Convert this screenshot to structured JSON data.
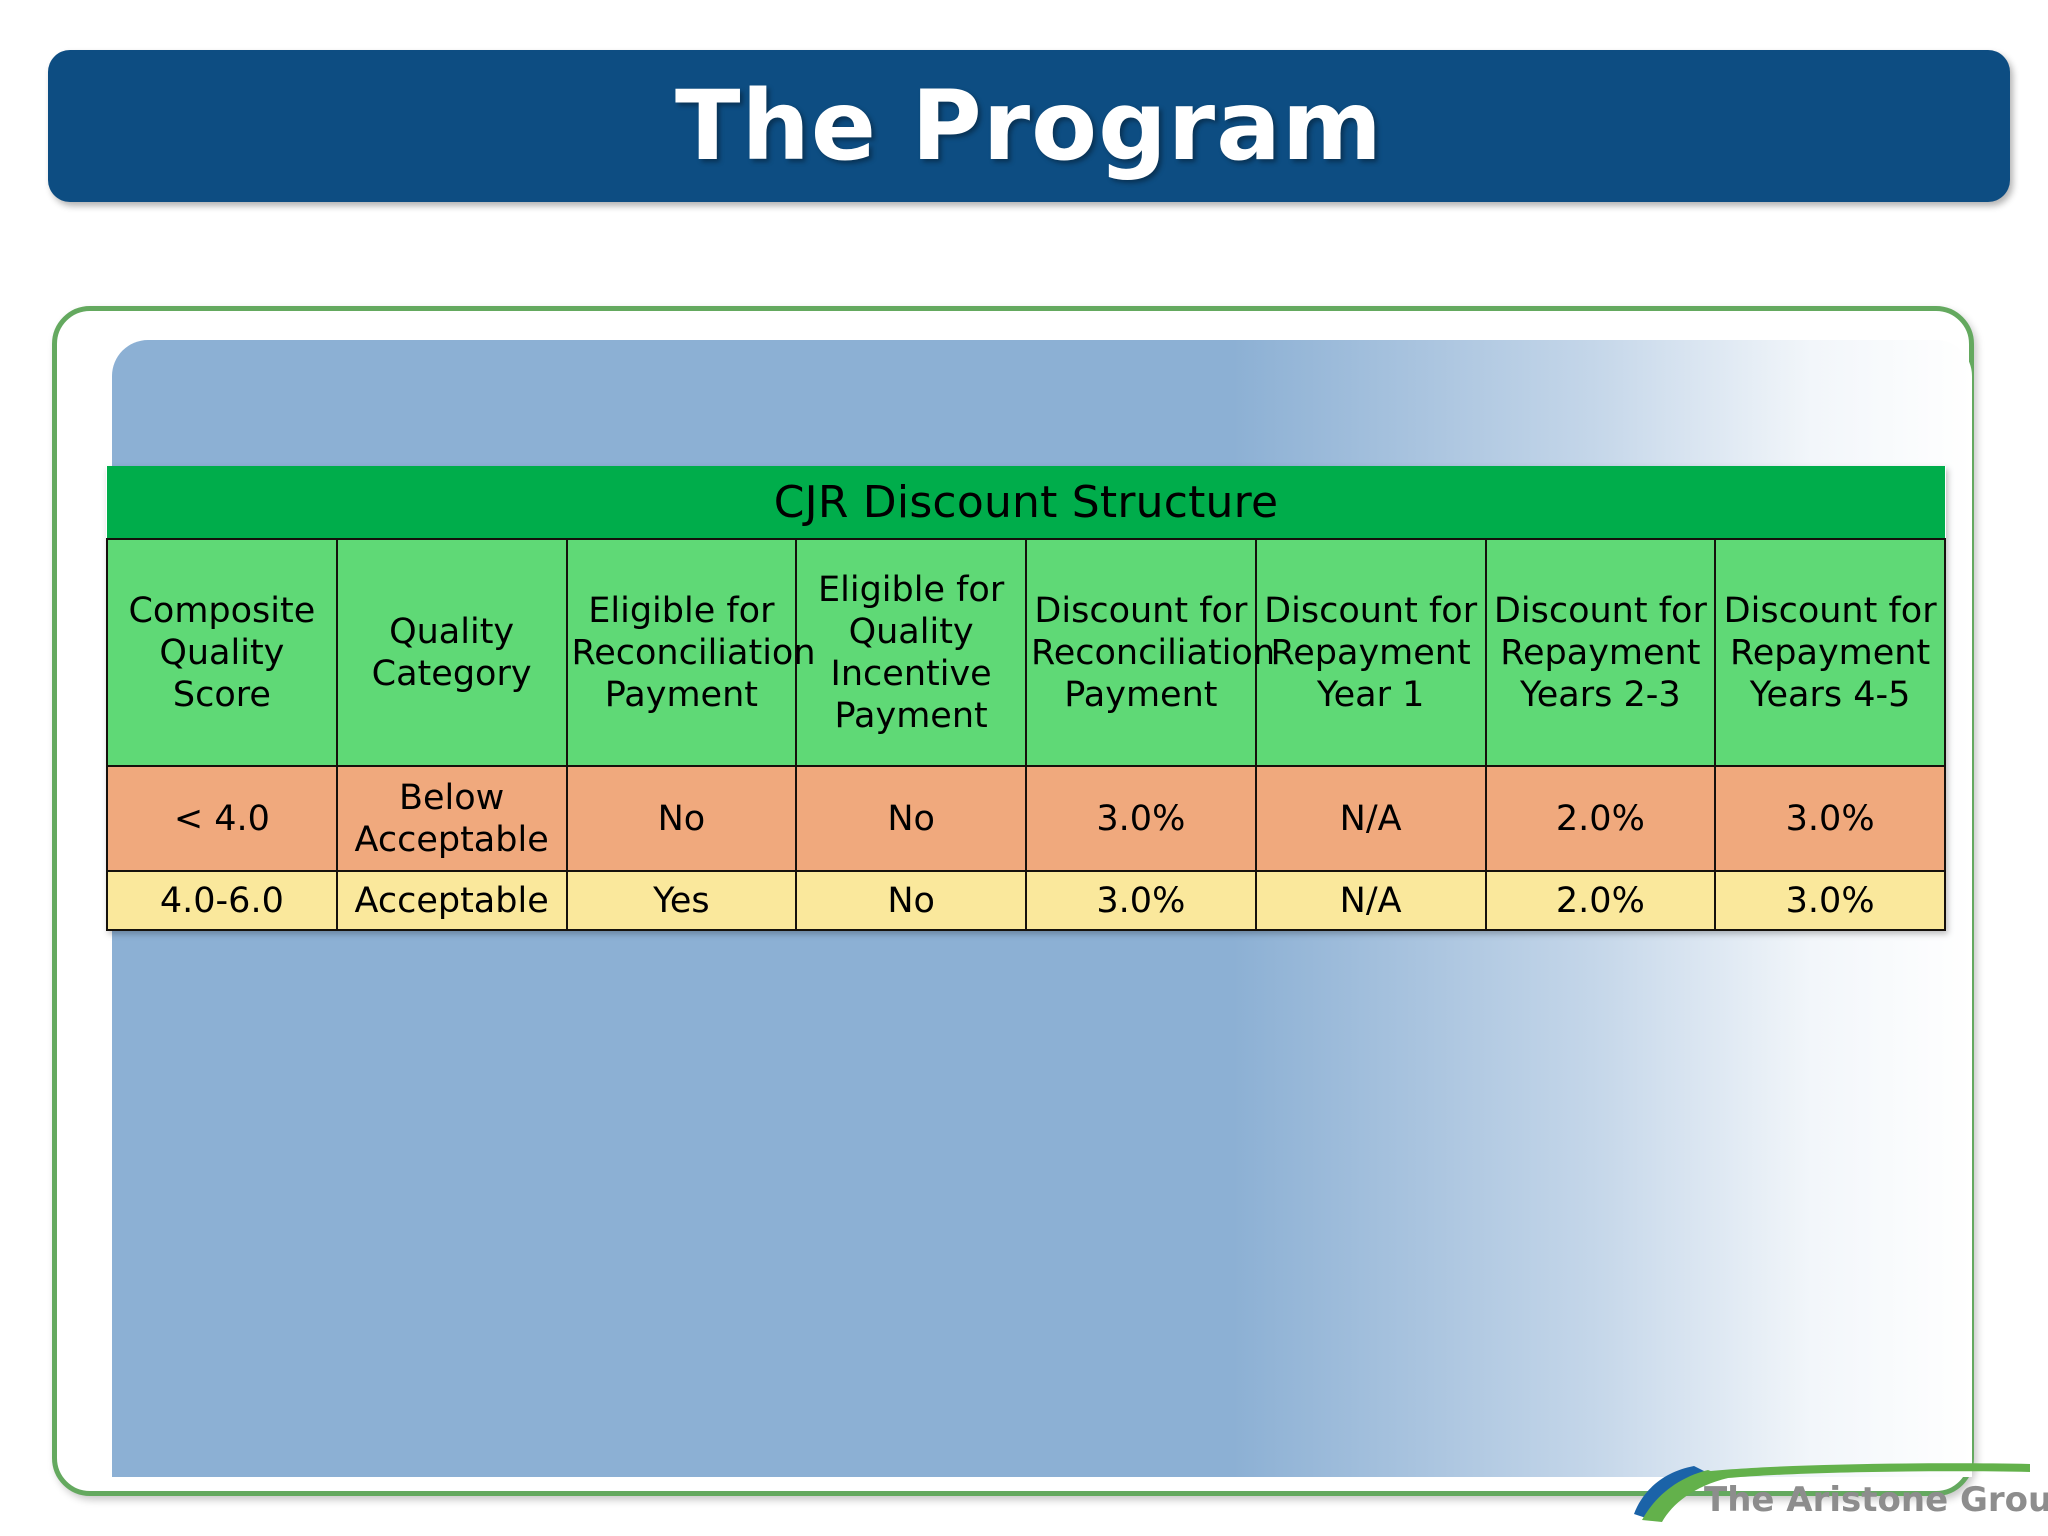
{
  "slide": {
    "title": "The Program",
    "accent_blue": "#0d4d82",
    "frame_green": "#64a95f",
    "panel_blue": "#8cb0d4"
  },
  "table": {
    "caption": "CJR Discount Structure",
    "caption_bg": "#00ad4b",
    "header_bg": "#5fd976",
    "row_colors": [
      "#f0a97d",
      "#fae89c"
    ],
    "columns": [
      "Composite Quality Score",
      "Quality Category",
      "Eligible for Reconciliation Payment",
      "Eligible for Quality Incentive Payment",
      "Discount for Reconciliation Payment",
      "Discount for Repayment Year 1",
      "Discount for Repayment Years 2-3",
      "Discount for Repayment Years 4-5"
    ],
    "rows": [
      {
        "score": "< 4.0",
        "category": "Below Acceptable",
        "eligible_recon": "No",
        "eligible_quality": "No",
        "discount_recon": "3.0%",
        "repay_y1": "N/A",
        "repay_y23": "2.0%",
        "repay_y45": "3.0%"
      },
      {
        "score": "4.0-6.0",
        "category": "Acceptable",
        "eligible_recon": "Yes",
        "eligible_quality": "No",
        "discount_recon": "3.0%",
        "repay_y1": "N/A",
        "repay_y23": "2.0%",
        "repay_y45": "3.0%"
      }
    ]
  },
  "footer": {
    "logo_text": "The Aristone Group",
    "logo_blue": "#1b63a8",
    "logo_green": "#63b14b",
    "text_color": "#8d8d8d"
  }
}
